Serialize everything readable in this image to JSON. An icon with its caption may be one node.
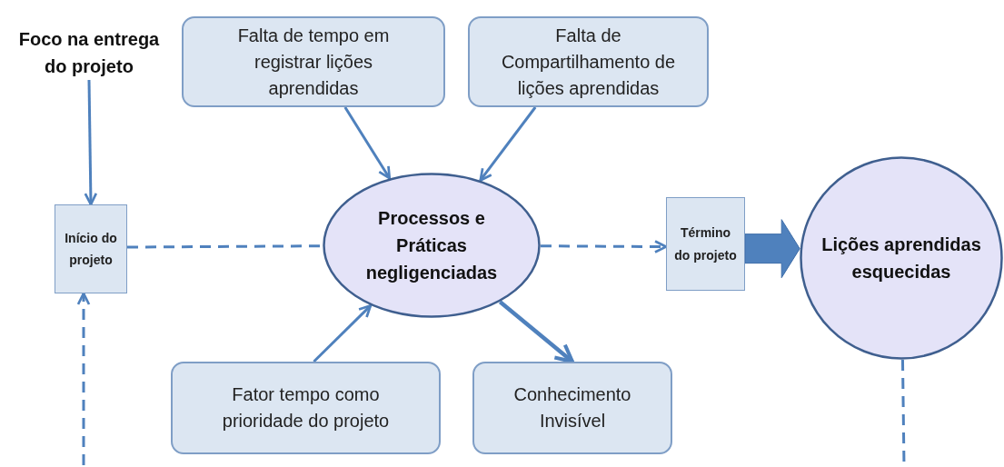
{
  "diagram": {
    "nodes": [
      {
        "text": [
          "Foco na entrega do projeto"
        ]
      },
      {
        "text": [
          "Falta de tempo em registrar lições aprendidas"
        ]
      },
      {
        "text": [
          "Falta de Compartilhamento de lições aprendidas"
        ]
      },
      {
        "text": [
          "Início do projeto"
        ]
      },
      {
        "text": [
          "Processos e Práticas negligenciadas"
        ]
      },
      {
        "text": [
          "Término do projeto"
        ]
      },
      {
        "text": [
          "Lições aprendidas esquecidas"
        ]
      },
      {
        "text": [
          "Fator tempo como prioridade do projeto"
        ]
      },
      {
        "text": [
          "Conhecimento Invisível"
        ]
      }
    ],
    "edges": [
      {
        "from": 0,
        "to": 3,
        "arrow": "to"
      },
      {
        "from": 1,
        "to": 4,
        "arrow": "to"
      },
      {
        "from": 2,
        "to": 4,
        "arrow": "to"
      },
      {
        "from": 3,
        "to": 4,
        "arrow": "none",
        "style": "dashed"
      },
      {
        "from": 4,
        "to": 5,
        "arrow": "to",
        "style": "dashed"
      },
      {
        "from": 5,
        "to": 6,
        "arrow": "to",
        "style": "thick"
      },
      {
        "from": 7,
        "to": 4,
        "arrow": "to"
      },
      {
        "from": 4,
        "to": 8,
        "arrow": "to"
      },
      {
        "from": null,
        "to": 3,
        "arrow": "to",
        "style": "dashed"
      },
      {
        "from": 6,
        "to": null,
        "arrow": "none",
        "style": "dashed"
      }
    ]
  }
}
